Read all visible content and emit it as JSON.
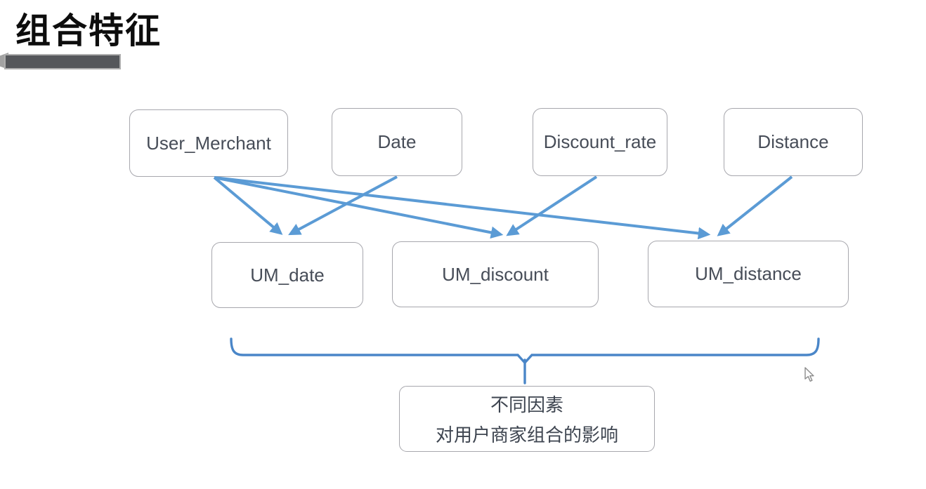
{
  "title": "组合特征",
  "colors": {
    "arrow": "#5b9bd5",
    "brace": "#4a86c8",
    "box_border": "#a7a7ad",
    "box_text": "#474d58",
    "title_bar": "#55575b"
  },
  "nodes": {
    "top": [
      {
        "id": "user-merchant",
        "label": "User_Merchant"
      },
      {
        "id": "date",
        "label": "Date"
      },
      {
        "id": "discount-rate",
        "label": "Discount_rate"
      },
      {
        "id": "distance",
        "label": "Distance"
      }
    ],
    "bottom": [
      {
        "id": "um-date",
        "label": "UM_date"
      },
      {
        "id": "um-discount",
        "label": "UM_discount"
      },
      {
        "id": "um-distance",
        "label": "UM_distance"
      }
    ]
  },
  "edges": [
    {
      "from": "User_Merchant",
      "to": "UM_date"
    },
    {
      "from": "Date",
      "to": "UM_date"
    },
    {
      "from": "User_Merchant",
      "to": "UM_discount"
    },
    {
      "from": "Discount_rate",
      "to": "UM_discount"
    },
    {
      "from": "User_Merchant",
      "to": "UM_distance"
    },
    {
      "from": "Distance",
      "to": "UM_distance"
    }
  ],
  "caption": {
    "line1": "不同因素",
    "line2": "对用户商家组合的影响"
  }
}
